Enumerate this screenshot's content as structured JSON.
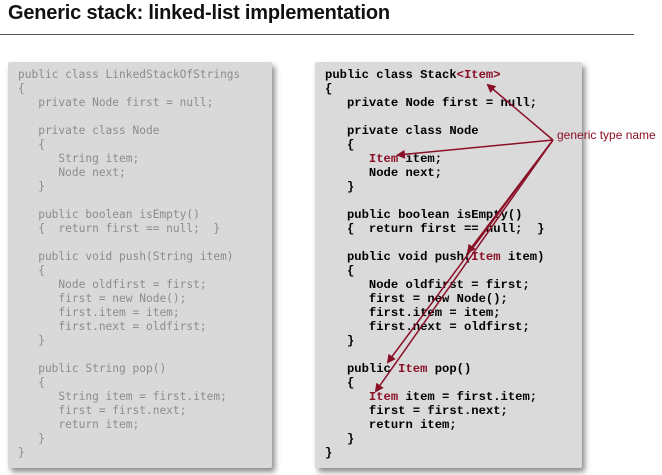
{
  "slide": {
    "title": "Generic stack:  linked-list implementation",
    "annotation": "generic type name"
  },
  "colors": {
    "type_highlight": "#8a1028",
    "left_code_text": "#8c8c8c",
    "panel_background": "#d9d9d9"
  },
  "left_code": [
    "public class LinkedStackOfStrings",
    "{",
    "   private Node first = null;",
    "",
    "   private class Node",
    "   {",
    "      String item;",
    "      Node next;",
    "   }",
    "",
    "   public boolean isEmpty()",
    "   {  return first == null;  }",
    "",
    "   public void push(String item)",
    "   {",
    "      Node oldfirst = first;",
    "      first = new Node();",
    "      first.item = item;",
    "      first.next = oldfirst;",
    "   }",
    "",
    "   public String pop()",
    "   {",
    "      String item = first.item;",
    "      first = first.next;",
    "      return item;",
    "   }",
    "}"
  ],
  "right_code": [
    {
      "a": "public class Stack",
      "t": "<Item>",
      "b": ""
    },
    {
      "a": "{",
      "t": "",
      "b": ""
    },
    {
      "a": "   private Node first = null;",
      "t": "",
      "b": ""
    },
    {
      "a": "",
      "t": "",
      "b": ""
    },
    {
      "a": "   private class Node",
      "t": "",
      "b": ""
    },
    {
      "a": "   {",
      "t": "",
      "b": ""
    },
    {
      "a": "      ",
      "t": "Item",
      "b": " item;"
    },
    {
      "a": "      Node next;",
      "t": "",
      "b": ""
    },
    {
      "a": "   }",
      "t": "",
      "b": ""
    },
    {
      "a": "",
      "t": "",
      "b": ""
    },
    {
      "a": "   public boolean isEmpty()",
      "t": "",
      "b": ""
    },
    {
      "a": "   {  return first == null;  }",
      "t": "",
      "b": ""
    },
    {
      "a": "",
      "t": "",
      "b": ""
    },
    {
      "a": "   public void push(",
      "t": "Item",
      "b": " item)"
    },
    {
      "a": "   {",
      "t": "",
      "b": ""
    },
    {
      "a": "      Node oldfirst = first;",
      "t": "",
      "b": ""
    },
    {
      "a": "      first = new Node();",
      "t": "",
      "b": ""
    },
    {
      "a": "      first.item = item;",
      "t": "",
      "b": ""
    },
    {
      "a": "      first.next = oldfirst;",
      "t": "",
      "b": ""
    },
    {
      "a": "   }",
      "t": "",
      "b": ""
    },
    {
      "a": "",
      "t": "",
      "b": ""
    },
    {
      "a": "   public ",
      "t": "Item",
      "b": " pop()"
    },
    {
      "a": "   {",
      "t": "",
      "b": ""
    },
    {
      "a": "      ",
      "t": "Item",
      "b": " item = first.item;"
    },
    {
      "a": "      first = first.next;",
      "t": "",
      "b": ""
    },
    {
      "a": "      return item;",
      "t": "",
      "b": ""
    },
    {
      "a": "   }",
      "t": "",
      "b": ""
    },
    {
      "a": "}",
      "t": "",
      "b": ""
    }
  ]
}
